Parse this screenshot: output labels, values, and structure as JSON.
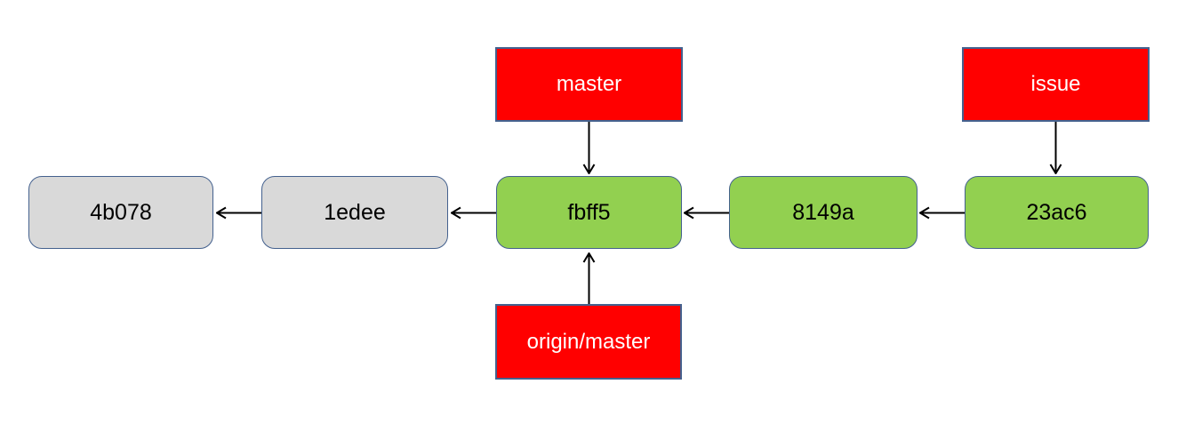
{
  "diagram_type": "git-commit-graph",
  "nodes": {
    "commits": [
      {
        "id": "4b078",
        "label": "4b078",
        "state": "plain"
      },
      {
        "id": "1edee",
        "label": "1edee",
        "state": "plain"
      },
      {
        "id": "fbff5",
        "label": "fbff5",
        "state": "highlighted"
      },
      {
        "id": "8149a",
        "label": "8149a",
        "state": "highlighted"
      },
      {
        "id": "23ac6",
        "label": "23ac6",
        "state": "highlighted"
      }
    ],
    "branches": [
      {
        "id": "master",
        "label": "master",
        "points_to": "fbff5",
        "position": "above"
      },
      {
        "id": "issue",
        "label": "issue",
        "points_to": "23ac6",
        "position": "above"
      },
      {
        "id": "origin-master",
        "label": "origin/master",
        "points_to": "fbff5",
        "position": "below"
      }
    ]
  },
  "edges": [
    {
      "from": "1edee",
      "to": "4b078",
      "direction": "left"
    },
    {
      "from": "fbff5",
      "to": "1edee",
      "direction": "left"
    },
    {
      "from": "8149a",
      "to": "fbff5",
      "direction": "left"
    },
    {
      "from": "23ac6",
      "to": "8149a",
      "direction": "left"
    },
    {
      "from": "master",
      "to": "fbff5",
      "direction": "down"
    },
    {
      "from": "issue",
      "to": "23ac6",
      "direction": "down"
    },
    {
      "from": "origin/master",
      "to": "fbff5",
      "direction": "up"
    }
  ],
  "colors": {
    "commit_plain_fill": "#D9D9D9",
    "commit_highlight_fill": "#92D050",
    "branch_fill": "#FF0000",
    "border": "#44618E",
    "commit_text": "#000000",
    "branch_text": "#FFFFFF",
    "arrow": "#000000"
  }
}
